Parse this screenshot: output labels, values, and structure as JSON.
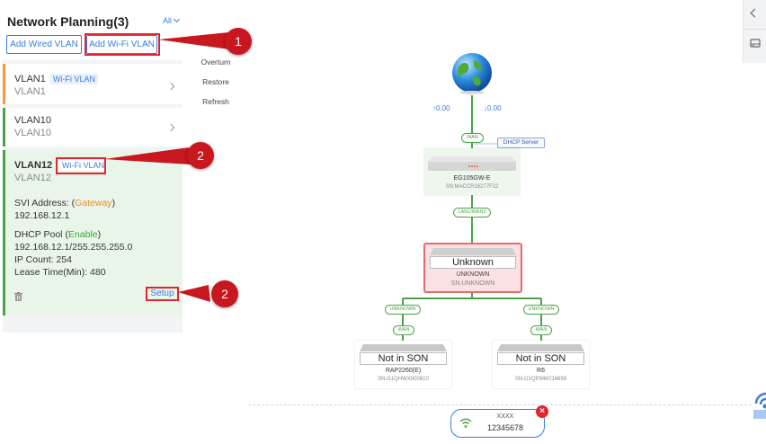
{
  "left_panel": {
    "title": "Network Planning(3)",
    "filter": "All",
    "add_wired": "Add Wired VLAN",
    "add_wifi": "Add Wi-Fi VLAN",
    "vlans": [
      {
        "name": "VLAN1",
        "sub": "VLAN1",
        "tag": "Wi-Fi VLAN"
      },
      {
        "name": "VLAN10",
        "sub": "VLAN10"
      },
      {
        "name": "VLAN12",
        "sub": "VLAN12",
        "tag": "Wi-Fi VLAN",
        "svi_label": "SVI Address: (",
        "svi_role": "Gateway",
        "svi_close": ")",
        "svi_ip": "192.168.12.1",
        "dhcp_label": "DHCP Pool (",
        "dhcp_state": "Enable",
        "dhcp_close": ")",
        "dhcp_range": "192.168.12.1/255.255.255.0",
        "ip_count": "IP Count: 254",
        "lease": "Lease Time(Min): 480",
        "setup": "Setup"
      }
    ]
  },
  "side_menu": [
    "Overturn",
    "Restore",
    "Refresh"
  ],
  "callouts": [
    "1",
    "2",
    "2"
  ],
  "topology": {
    "up_rate": "↑0.00",
    "down_rate": "↓0.00",
    "wan": "WAN",
    "dhcp_server": "DHCP Server",
    "gateway_model": "EG105GW-E",
    "gateway_sn": "SN:MACCR16277F22",
    "lan_port": "LAN1/WAN3",
    "unknown_title": "Unknown",
    "unknown_model": "UNKNOWN",
    "unknown_sn": "SN:UNKNOWN",
    "children": [
      {
        "port": "UNKNOWN",
        "uplink": "WAN",
        "status": "Not in SON",
        "model": "RAP2260(E)",
        "sn": "SN:G1QHWX000610"
      },
      {
        "port": "UNKNOWN",
        "uplink": "WAN",
        "status": "Not in SON",
        "model": "R6",
        "sn": "SN:G1QP94K016658"
      }
    ]
  },
  "wifi_popup": {
    "ssid": "XXXX",
    "password": "12345678"
  },
  "colors": {
    "accent": "#3b7ddd",
    "link_green": "#4aa34a",
    "callout_red": "#c8171e",
    "highlight": "#e2242e"
  }
}
